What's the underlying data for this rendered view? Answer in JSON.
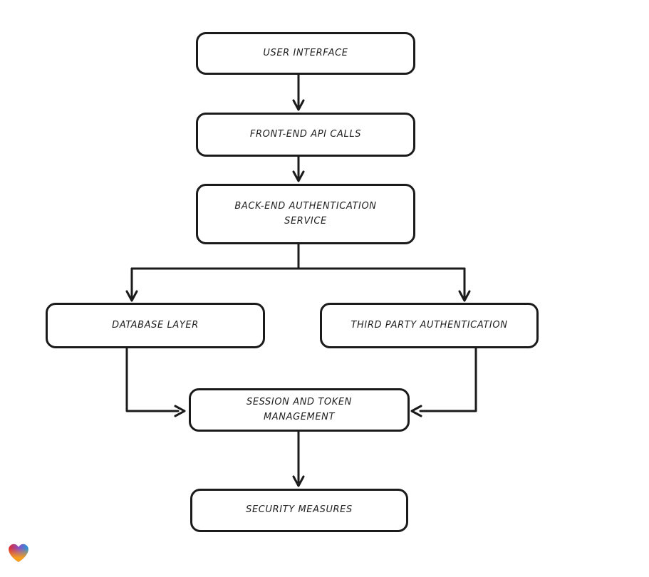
{
  "diagram": {
    "type": "flowchart",
    "nodes": [
      {
        "id": "user-interface",
        "label": "USER INTERFACE"
      },
      {
        "id": "front-end-api-calls",
        "label": "FRONT-END API CALLS"
      },
      {
        "id": "back-end-authentication-service",
        "label": "BACK-END AUTHENTICATION SERVICE"
      },
      {
        "id": "database-layer",
        "label": "DATABASE LAYER"
      },
      {
        "id": "third-party-authentication",
        "label": "THIRD PARTY AUTHENTICATION"
      },
      {
        "id": "session-and-token-management",
        "label": "SESSION AND TOKEN MANAGEMENT"
      },
      {
        "id": "security-measures",
        "label": "SECURITY MEASURES"
      }
    ],
    "edges": [
      {
        "from": "user-interface",
        "to": "front-end-api-calls"
      },
      {
        "from": "front-end-api-calls",
        "to": "back-end-authentication-service"
      },
      {
        "from": "back-end-authentication-service",
        "to": "database-layer"
      },
      {
        "from": "back-end-authentication-service",
        "to": "third-party-authentication"
      },
      {
        "from": "database-layer",
        "to": "session-and-token-management"
      },
      {
        "from": "third-party-authentication",
        "to": "session-and-token-management"
      },
      {
        "from": "session-and-token-management",
        "to": "security-measures"
      }
    ],
    "style": {
      "stroke_color": "#1b1b1b",
      "node_fill": "#ffffff",
      "background": "#ffffff"
    }
  },
  "branding": {
    "logo": "heart-gradient-icon",
    "logo_colors": {
      "red": "#e02b2b",
      "purple": "#8a4fc8",
      "blue": "#1f9ad6",
      "orange": "#f7a01b"
    }
  }
}
